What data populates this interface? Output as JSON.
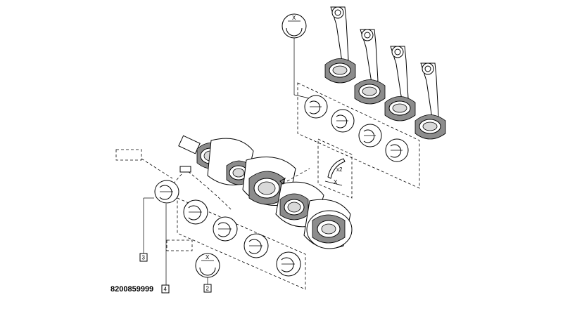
{
  "callouts": {
    "ref_2": "2",
    "ref_3": "3",
    "ref_4": "4"
  },
  "part_number": "8200859999",
  "symbols": {
    "x_top": "X",
    "x_bottom": "X",
    "x_thrust": "X",
    "x2_thrust": "x2"
  }
}
